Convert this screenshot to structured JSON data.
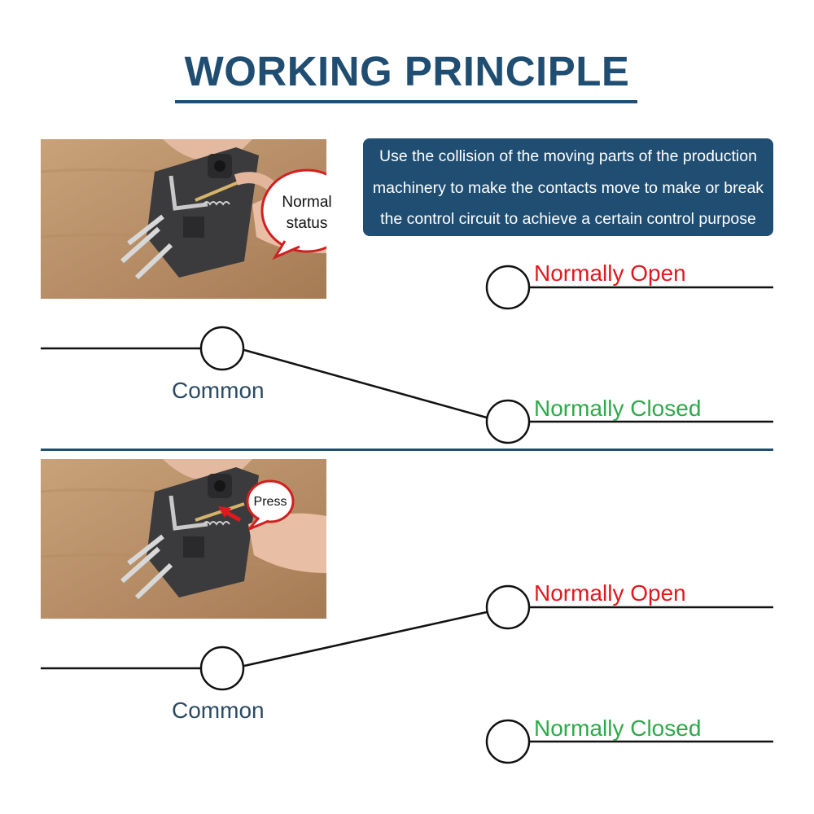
{
  "title": "WORKING PRINCIPLE",
  "description": [
    "Use the collision of the moving parts of the production",
    "machinery to make the contacts move to make or break",
    "the control circuit to achieve a certain control purpose"
  ],
  "panels": [
    {
      "state": "normal",
      "bubble": [
        "Normal",
        "status"
      ],
      "labels": {
        "normally_open": "Normally Open",
        "normally_closed": "Normally Closed",
        "common": "Common"
      }
    },
    {
      "state": "pressed",
      "bubble": [
        "Press"
      ],
      "labels": {
        "normally_open": "Normally Open",
        "normally_closed": "Normally Closed",
        "common": "Common"
      }
    }
  ],
  "colors": {
    "title": "#1f4e72",
    "normally_open": "#e0191e",
    "normally_closed": "#2fa84a",
    "common": "#2b4a63",
    "arrow": "#e0191e"
  }
}
